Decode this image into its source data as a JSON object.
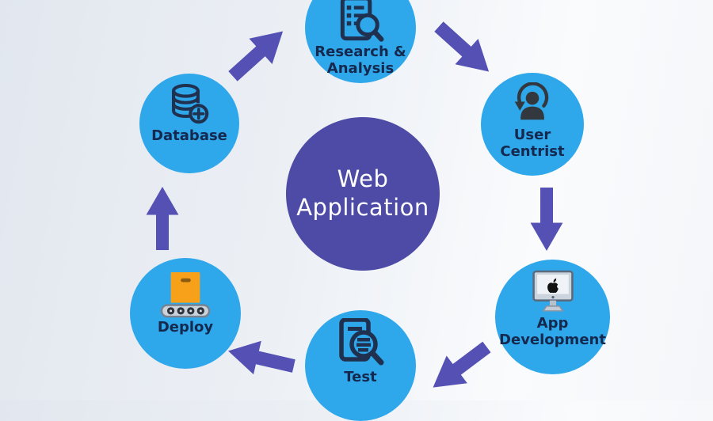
{
  "diagram": {
    "center": {
      "line1": "Web",
      "line2": "Application"
    },
    "nodes": [
      {
        "id": "research-analysis",
        "line1": "Research &",
        "line2": "Analysis",
        "icon": "document-magnifier-icon"
      },
      {
        "id": "user-centrist",
        "line1": "User",
        "line2": "Centrist",
        "icon": "user-refresh-icon"
      },
      {
        "id": "app-development",
        "line1": "App",
        "line2": "Development",
        "icon": "monitor-apple-icon"
      },
      {
        "id": "test",
        "line1": "Test",
        "icon": "document-search-icon"
      },
      {
        "id": "deploy",
        "line1": "Deploy",
        "icon": "conveyor-box-icon"
      },
      {
        "id": "database",
        "line1": "Database",
        "icon": "database-add-icon"
      }
    ],
    "arrows": [
      {
        "from": "Database",
        "to": "Research & Analysis",
        "direction": "up-right"
      },
      {
        "from": "Research & Analysis",
        "to": "User Centrist",
        "direction": "down-right"
      },
      {
        "from": "User Centrist",
        "to": "App Development",
        "direction": "down"
      },
      {
        "from": "App Development",
        "to": "Test",
        "direction": "down-left"
      },
      {
        "from": "Test",
        "to": "Deploy",
        "direction": "left"
      },
      {
        "from": "Deploy",
        "to": "Database",
        "direction": "up"
      }
    ],
    "colors": {
      "node_fill": "#2fa7eb",
      "center_fill": "#4d4ba6",
      "arrow": "#5450b4",
      "label": "#15294e",
      "center_text": "#ffffff",
      "icon_navy": "#20304f",
      "icon_charcoal": "#33383f",
      "box_orange": "#f7a11a",
      "bg_left": "#e2e7ef",
      "bg_right": "#fafbfd"
    }
  }
}
